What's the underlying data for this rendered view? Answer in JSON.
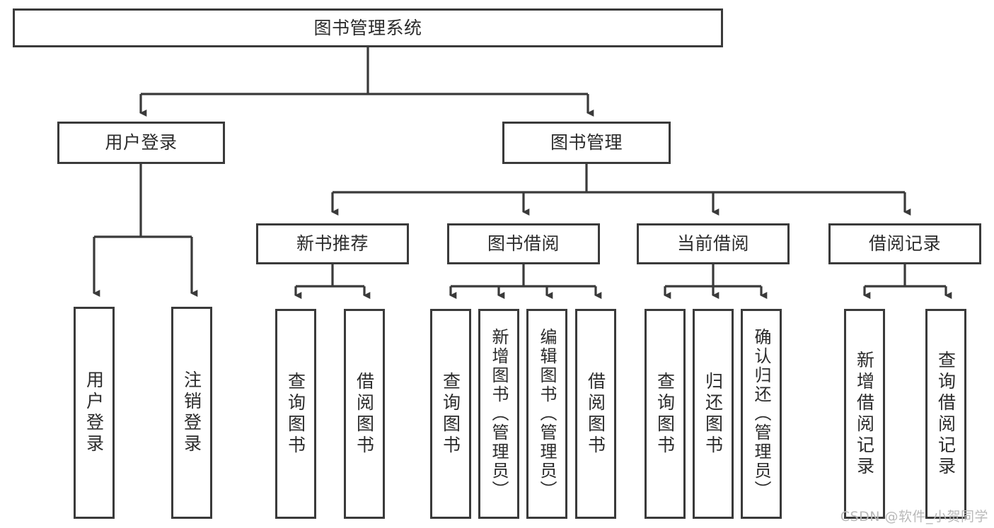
{
  "diagram": {
    "title": "图书管理系统",
    "type": "tree-hierarchy",
    "watermark": "CSDN @软件_小贺同学",
    "colors": {
      "box_border": "#3a3a3a",
      "box_fill": "#ffffff",
      "connector": "#3a3a3a",
      "text": "#2b2b2b",
      "background": "#ffffff",
      "watermark": "#b9b9b9"
    },
    "nodes": {
      "root": {
        "label": "图书管理系统"
      },
      "level2": [
        {
          "id": "user-login",
          "label": "用户登录"
        },
        {
          "id": "book-manage",
          "label": "图书管理"
        }
      ],
      "level3": [
        {
          "id": "new-book-rec",
          "label": "新书推荐"
        },
        {
          "id": "book-borrow",
          "label": "图书借阅"
        },
        {
          "id": "current-borrow",
          "label": "当前借阅"
        },
        {
          "id": "borrow-record",
          "label": "借阅记录"
        }
      ],
      "leaves": {
        "user_login": [
          {
            "id": "leaf-user-login",
            "label": "用户登录"
          },
          {
            "id": "leaf-logout-login",
            "label": "注销登录"
          }
        ],
        "new_book_rec": [
          {
            "id": "leaf-query-book-1",
            "label": "查询图书"
          },
          {
            "id": "leaf-borrow-book-1",
            "label": "借阅图书"
          }
        ],
        "book_borrow": [
          {
            "id": "leaf-query-book-2",
            "label": "查询图书"
          },
          {
            "id": "leaf-add-book",
            "label": "新增图书（管理员）"
          },
          {
            "id": "leaf-edit-book",
            "label": "编辑图书（管理员）"
          },
          {
            "id": "leaf-borrow-book-2",
            "label": "借阅图书"
          }
        ],
        "current_borrow": [
          {
            "id": "leaf-query-book-3",
            "label": "查询图书"
          },
          {
            "id": "leaf-return-book",
            "label": "归还图书"
          },
          {
            "id": "leaf-confirm-return",
            "label": "确认归还（管理员）"
          }
        ],
        "borrow_record": [
          {
            "id": "leaf-add-record",
            "label": "新增借阅记录"
          },
          {
            "id": "leaf-query-record",
            "label": "查询借阅记录"
          }
        ]
      }
    },
    "edges": [
      {
        "from": "图书管理系统",
        "to": "用户登录"
      },
      {
        "from": "图书管理系统",
        "to": "图书管理"
      },
      {
        "from": "图书管理",
        "to": "新书推荐"
      },
      {
        "from": "图书管理",
        "to": "图书借阅"
      },
      {
        "from": "图书管理",
        "to": "当前借阅"
      },
      {
        "from": "图书管理",
        "to": "借阅记录"
      },
      {
        "from": "用户登录",
        "to": "用户登录"
      },
      {
        "from": "用户登录",
        "to": "注销登录"
      },
      {
        "from": "新书推荐",
        "to": "查询图书"
      },
      {
        "from": "新书推荐",
        "to": "借阅图书"
      },
      {
        "from": "图书借阅",
        "to": "查询图书"
      },
      {
        "from": "图书借阅",
        "to": "新增图书（管理员）"
      },
      {
        "from": "图书借阅",
        "to": "编辑图书（管理员）"
      },
      {
        "from": "图书借阅",
        "to": "借阅图书"
      },
      {
        "from": "当前借阅",
        "to": "查询图书"
      },
      {
        "from": "当前借阅",
        "to": "归还图书"
      },
      {
        "from": "当前借阅",
        "to": "确认归还（管理员）"
      },
      {
        "from": "借阅记录",
        "to": "新增借阅记录"
      },
      {
        "from": "借阅记录",
        "to": "查询借阅记录"
      }
    ]
  }
}
